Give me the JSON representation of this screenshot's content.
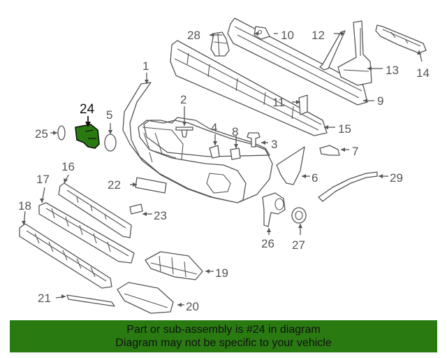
{
  "diagram": {
    "highlight_part": "24",
    "highlight_color": "#2a7a12",
    "banner_color": "#2a7a12",
    "callouts": {
      "p2": "2",
      "p3": "3",
      "p4": "4",
      "p5": "5",
      "p6": "6",
      "p7": "7",
      "p8": "8",
      "p9": "9",
      "p10": "10",
      "p11": "11",
      "p12": "12",
      "p13": "13",
      "p14": "14",
      "p15": "15",
      "p16": "16",
      "p17": "17",
      "p18": "18",
      "p19": "19",
      "p20": "20",
      "p21": "21",
      "p22": "22",
      "p23": "23",
      "p24": "24",
      "p25": "25",
      "p26": "26",
      "p27": "27",
      "p28": "28",
      "p29": "29",
      "p1": "1"
    }
  },
  "banner": {
    "line1": "Part or sub-assembly is #24 in diagram",
    "line2": "Diagram may not be specific to your vehicle"
  }
}
